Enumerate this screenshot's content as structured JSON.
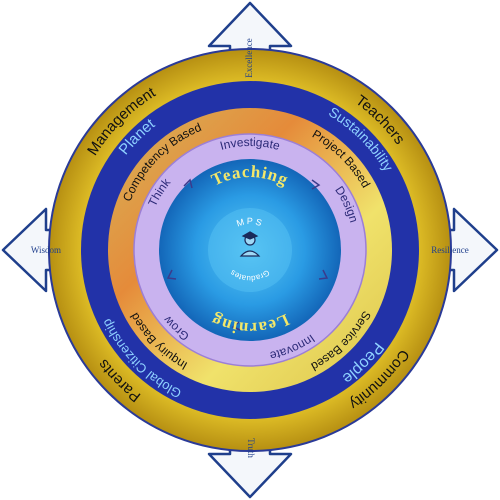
{
  "arrows": {
    "top": "Excellence",
    "right": "Resilience",
    "bottom": "Truth",
    "left": "Wisdom"
  },
  "outer_ring": {
    "top_left": "Management",
    "top_right": "Teachers",
    "bottom_right": "Community",
    "bottom_left": "Parents"
  },
  "blue_ring": {
    "top_left": "Planet",
    "top_right": "Sustainability",
    "bottom_right": "People",
    "bottom_left": "Global Citizenship"
  },
  "gradient_ring": {
    "top_left": "Competency Based",
    "top_right": "Project Based",
    "bottom_right": "Service Based",
    "bottom_left": "Inquiry Based"
  },
  "process_ring": {
    "top": "Investigate",
    "right": "Design",
    "bottom": "Innovate",
    "left_bottom": "Grow",
    "left_top": "Think"
  },
  "core": {
    "top": "Teaching",
    "bottom": "Learning",
    "center_top": "MPS",
    "center_bottom": "Graduates"
  },
  "colors": {
    "outer_ring": "#e3c21f",
    "blue_ring": "#2232a8",
    "blue_text": "#8fd1ff",
    "process_ring": "#c9b3ef",
    "core": "#1b84d6",
    "arrow_fill": "#f4f7fb",
    "arrow_stroke": "#1f3f8c"
  }
}
